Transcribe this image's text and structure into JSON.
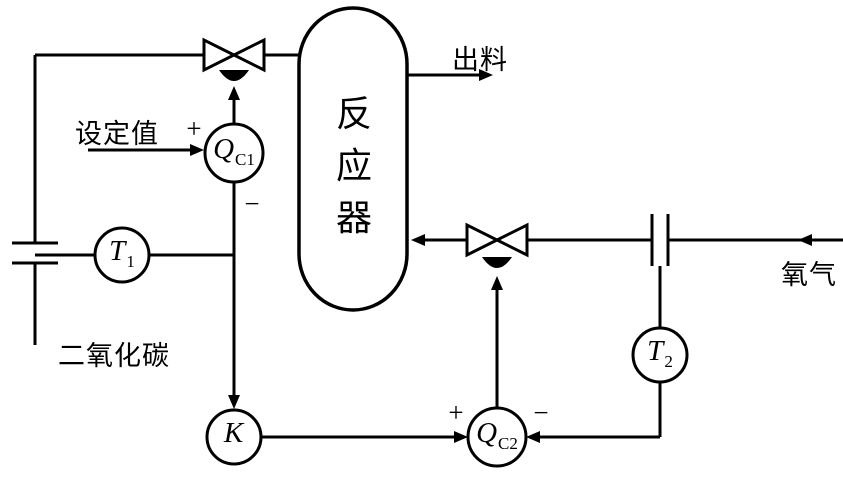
{
  "labels": {
    "setpoint": "设定值",
    "outflow": "出料",
    "reactor": "反应器",
    "oxygen": "氧气",
    "carbon_dioxide": "二氧化碳"
  },
  "nodes": {
    "qc1": {
      "main": "Q",
      "sub": "C1"
    },
    "t1": {
      "main": "T",
      "sub": "1"
    },
    "k": {
      "main": "K",
      "sub": ""
    },
    "qc2": {
      "main": "Q",
      "sub": "C2"
    },
    "t2": {
      "main": "T",
      "sub": "2"
    }
  },
  "signs": {
    "qc1_input_plus": "+",
    "qc1_feedback_minus": "−",
    "qc2_input_plus": "+",
    "qc2_feedback_minus": "−"
  },
  "colors": {
    "line": "#000000",
    "background": "#ffffff"
  }
}
